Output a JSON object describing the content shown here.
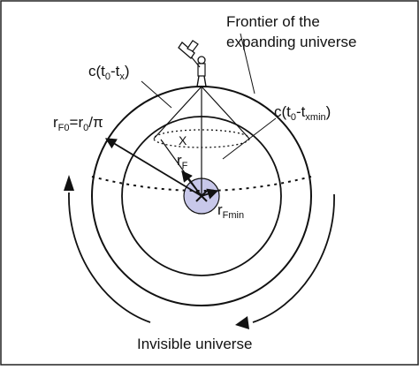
{
  "labels": {
    "frontier_line1": "Frontier of the",
    "frontier_line2": "expanding universe",
    "c_tx": {
      "a": "c(t",
      "b": "0",
      "c": "-t",
      "d": "x",
      "e": ")"
    },
    "c_txmin": {
      "a": "c(t",
      "b": "0",
      "c": "-t",
      "d": "xmin",
      "e": ")"
    },
    "r_f0": {
      "a": "r",
      "b": "F0",
      "c": "=r",
      "d": "0",
      "e": "/π"
    },
    "r_f": {
      "a": "r",
      "b": "F"
    },
    "r_fmin": {
      "a": "r",
      "b": "Fmin"
    },
    "x_label": "X",
    "bottom": "Invisible universe"
  },
  "colors": {
    "core_fill": "#c8c8ea",
    "stroke": "#111111",
    "frame": "#222222"
  },
  "icons": [
    "telescope-observer-icon",
    "rotation-arrow-icon"
  ]
}
